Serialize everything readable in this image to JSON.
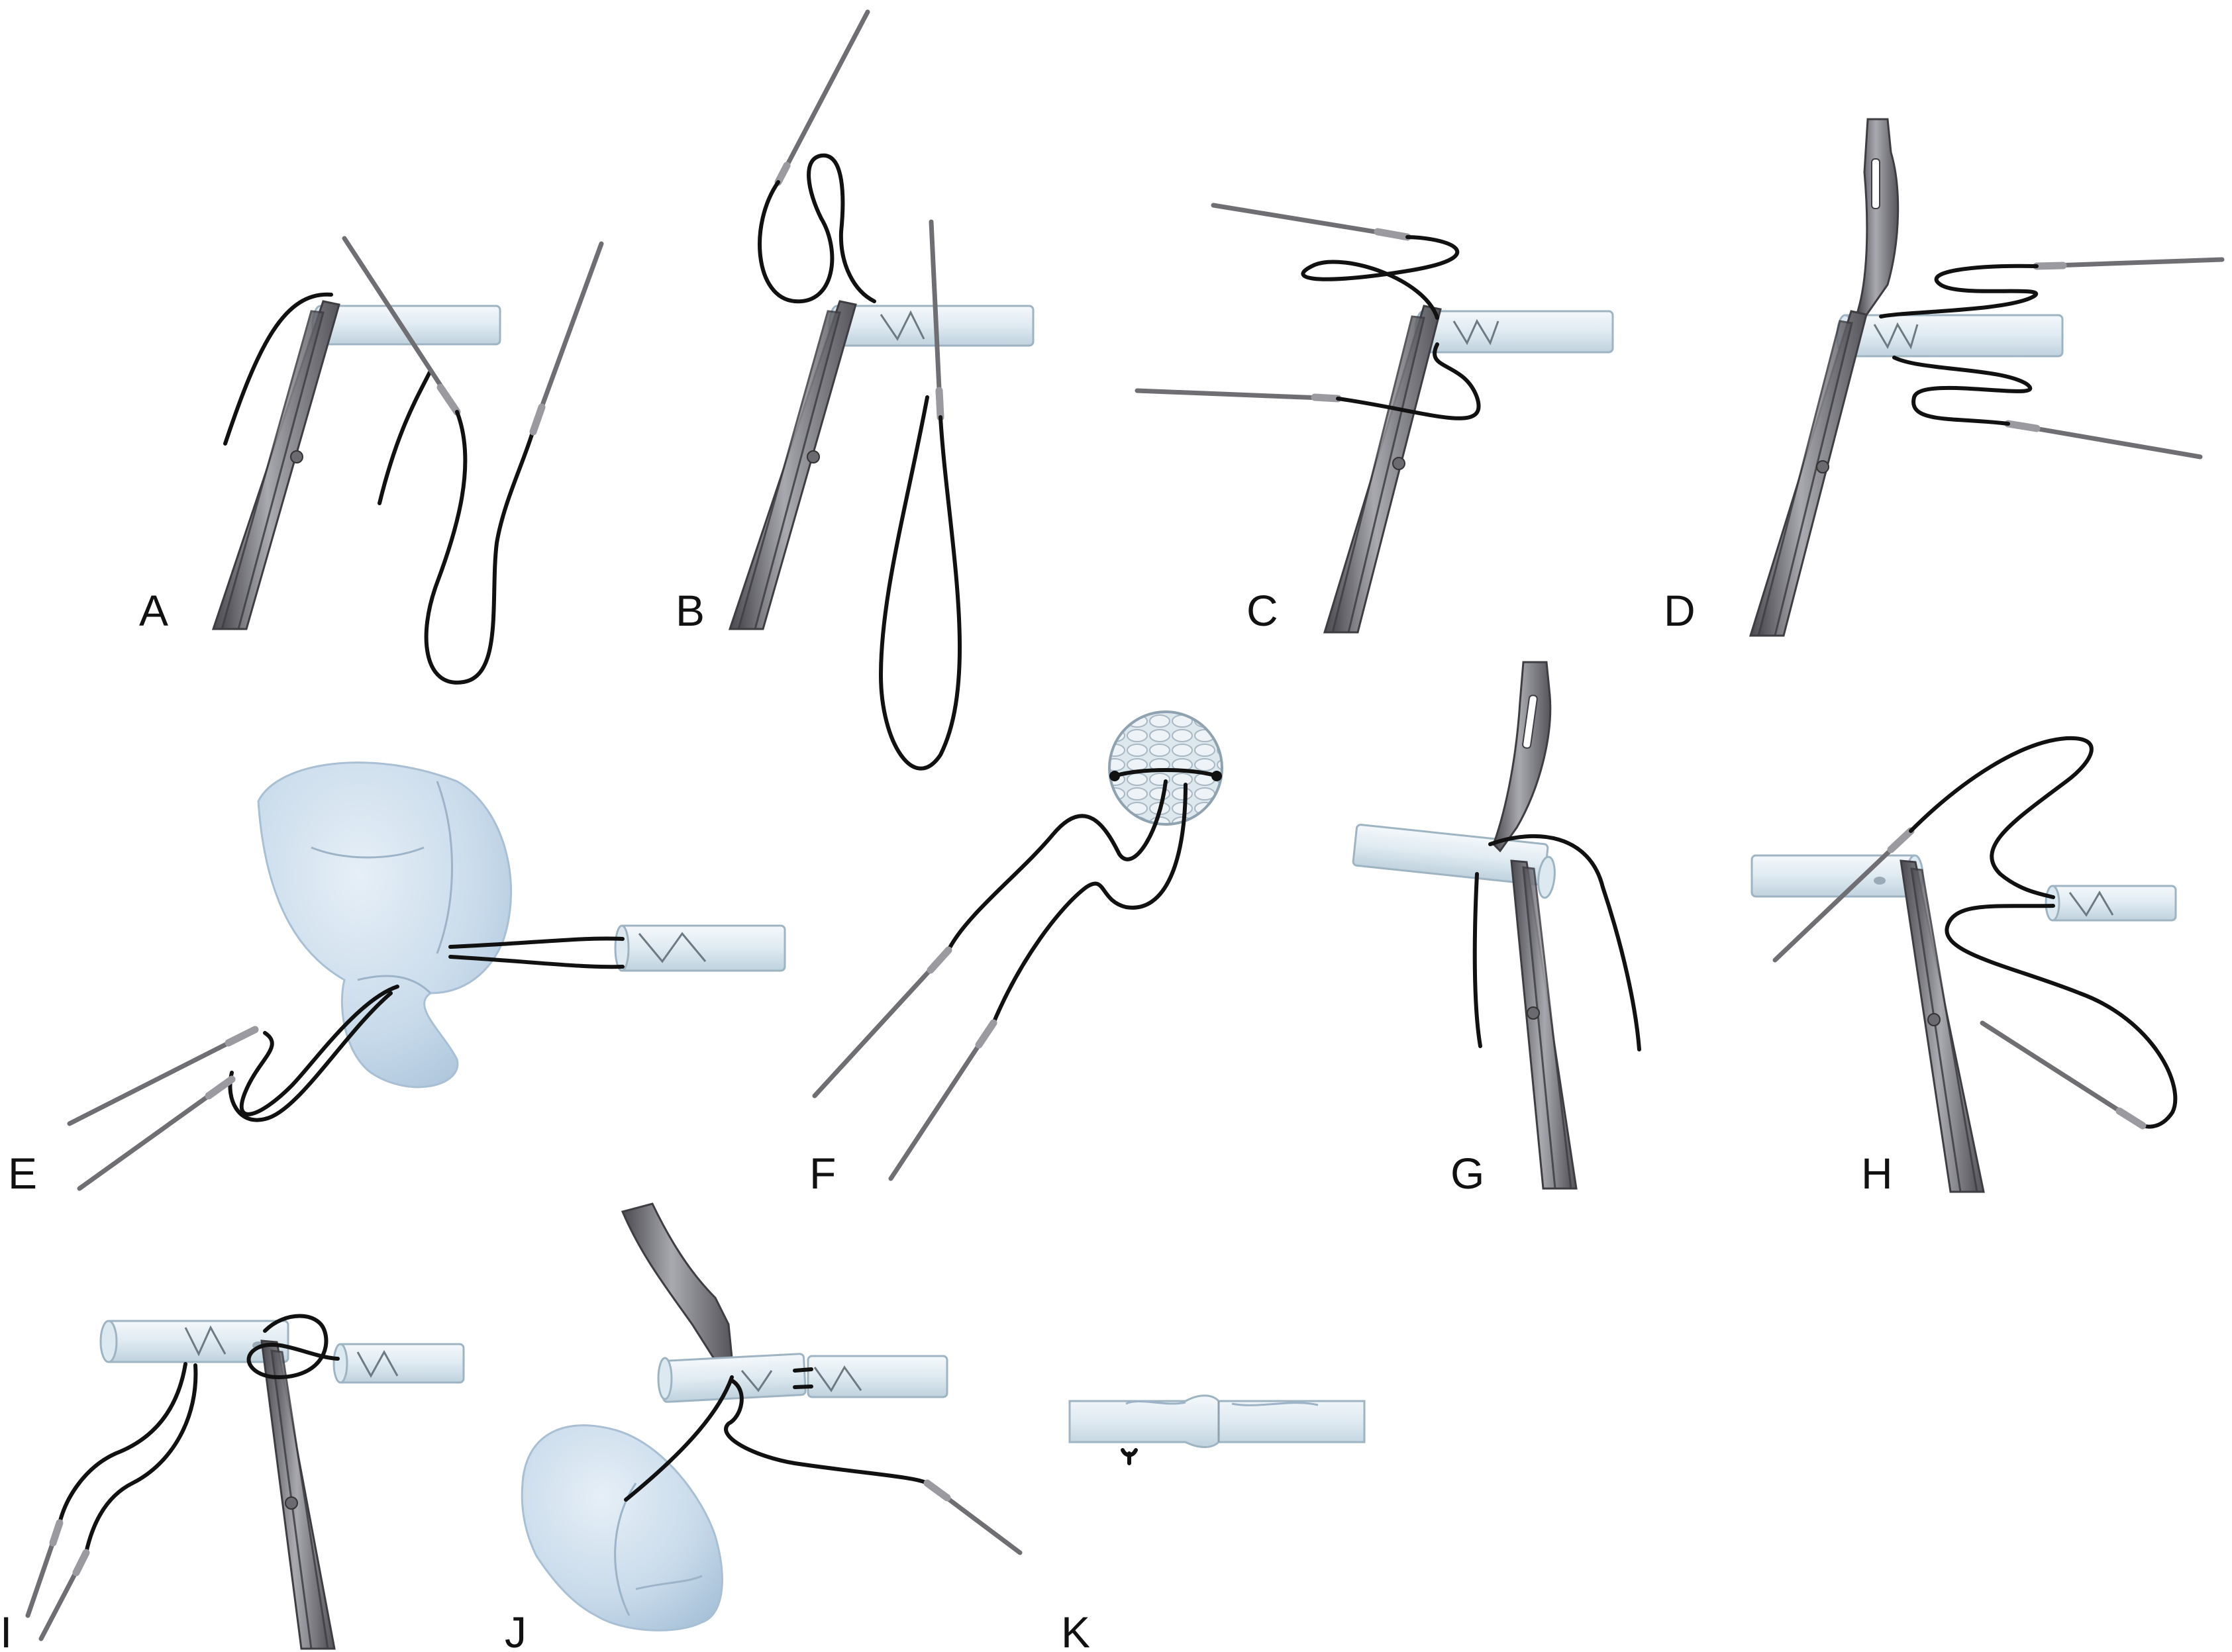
{
  "figure": {
    "panels": [
      {
        "id": "A",
        "label": "A"
      },
      {
        "id": "B",
        "label": "B"
      },
      {
        "id": "C",
        "label": "C"
      },
      {
        "id": "D",
        "label": "D"
      },
      {
        "id": "E",
        "label": "E"
      },
      {
        "id": "F",
        "label": "F"
      },
      {
        "id": "G",
        "label": "G"
      },
      {
        "id": "H",
        "label": "H"
      },
      {
        "id": "I",
        "label": "I"
      },
      {
        "id": "J",
        "label": "J"
      },
      {
        "id": "K",
        "label": "K"
      }
    ],
    "colors": {
      "tendon": "#dfeaf1",
      "thread": "#111111",
      "instrument": "#7a7a80",
      "glove": "#c9dbeb",
      "label": "#111111"
    }
  }
}
